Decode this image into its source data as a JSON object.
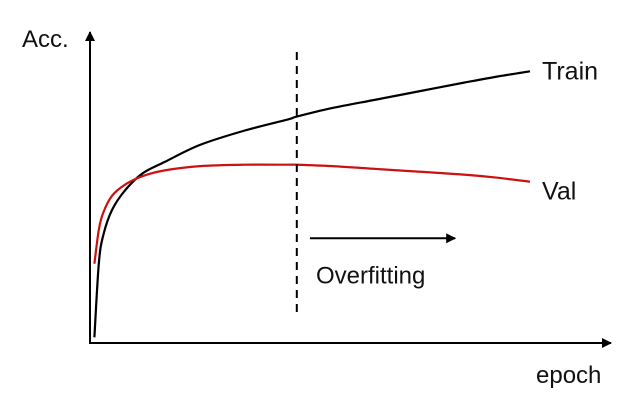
{
  "chart_data": {
    "type": "line",
    "title": "",
    "xlabel": "epoch",
    "ylabel": "Acc.",
    "x_ticks": [],
    "y_ticks": [],
    "xlim": [
      0,
      100
    ],
    "ylim": [
      0,
      100
    ],
    "grid": false,
    "legend": "none",
    "x": [
      1,
      2,
      3,
      5,
      8,
      12,
      17,
      25,
      35,
      45,
      47,
      55,
      65,
      75,
      85,
      92,
      100
    ],
    "series": [
      {
        "name": "Train",
        "color": "#000000",
        "values": [
          2,
          28,
          38,
          47,
          54,
          60,
          64,
          70,
          75,
          79,
          80,
          83,
          86,
          89,
          92,
          94,
          96
        ]
      },
      {
        "name": "Val",
        "color": "#cc1111",
        "values": [
          28,
          40,
          46,
          52,
          56,
          59,
          61,
          62.5,
          63,
          63,
          63,
          62.5,
          61.5,
          60.5,
          59.5,
          58.5,
          57
        ]
      }
    ],
    "annotations": [
      {
        "type": "vline",
        "x": 47,
        "style": "dashed",
        "color": "#000000"
      },
      {
        "type": "arrow",
        "text": "Overfitting",
        "from_x": 50,
        "to_x": 83,
        "y": 37,
        "color": "#000000"
      }
    ]
  }
}
